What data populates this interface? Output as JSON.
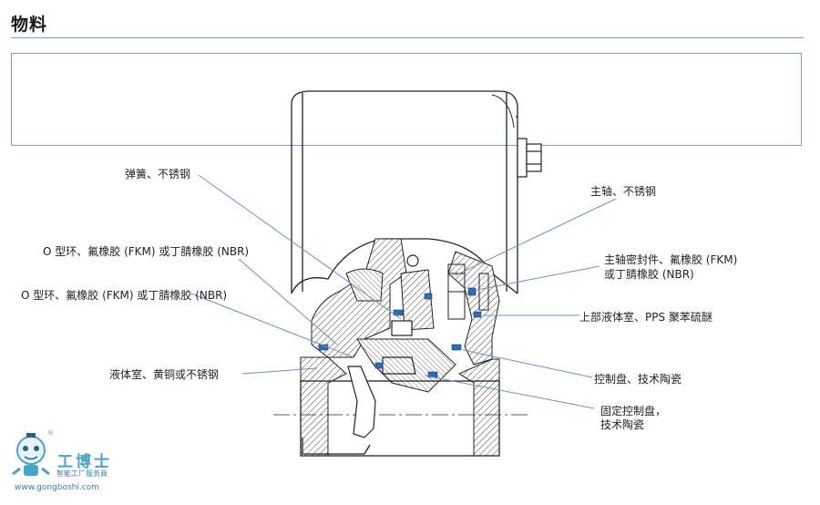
{
  "section_title": "物料",
  "labels": {
    "spring": "弹簧、不锈钢",
    "oring_1": "O 型环、氟橡胶 (FKM) 或丁腈橡胶 (NBR)",
    "oring_2": "O 型环、氟橡胶 (FKM) 或丁腈橡胶 (NBR)",
    "chamber": "液体室、黄铜或不锈钢",
    "spindle": "主轴、不锈钢",
    "spindle_seal_1": "主轴密封件、氟橡胶 (FKM)",
    "spindle_seal_2": "或丁腈橡胶 (NBR)",
    "upper_chamber": "上部液体室、PPS 聚苯硫醚",
    "control_disc": "控制盘、技术陶瓷",
    "fixed_disc_1": "固定控制盘，",
    "fixed_disc_2": "技术陶瓷"
  },
  "logo": {
    "name": "工博士",
    "tagline": "智能工厂服务商",
    "url": "www.gongboshi.com",
    "reg": "®"
  },
  "colors": {
    "rule": "#7f9fc8",
    "leader": "#6c8fc4",
    "logo": "#4aa3c8"
  }
}
